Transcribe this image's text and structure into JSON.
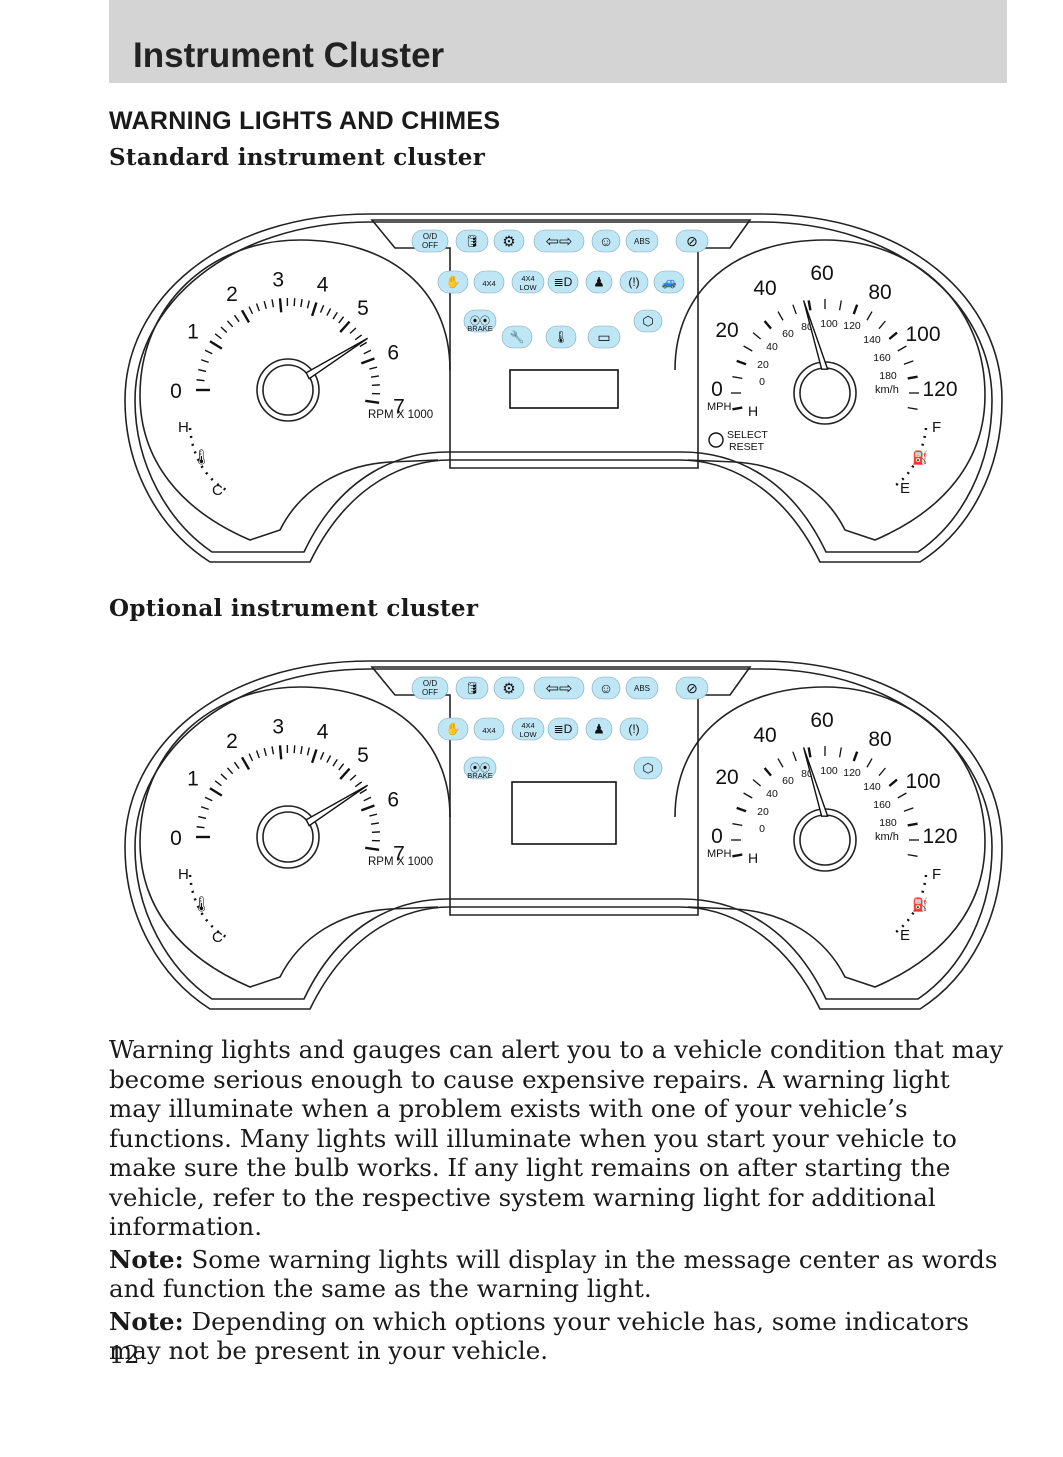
{
  "header": {
    "title": "Instrument Cluster"
  },
  "section": {
    "heading": "WARNING LIGHTS AND CHIMES",
    "standard_heading": "Standard instrument cluster",
    "optional_heading": "Optional instrument cluster"
  },
  "cluster": {
    "tach_labels": [
      "0",
      "1",
      "2",
      "3",
      "4",
      "5",
      "6",
      "7"
    ],
    "tach_unit": "RPM X 1000",
    "temp_hot": "H",
    "temp_cold": "C",
    "speed_mph_labels": [
      "0",
      "20",
      "40",
      "60",
      "80",
      "100",
      "120"
    ],
    "speed_kmh_labels": [
      "0",
      "20",
      "40",
      "60",
      "80",
      "100",
      "120",
      "140",
      "160",
      "180"
    ],
    "mph_unit": "MPH",
    "kmh_unit": "km/h",
    "fuel_full": "F",
    "fuel_empty": "E",
    "select_reset": [
      "SELECT",
      "RESET"
    ],
    "indicator_od_off": [
      "O/D",
      "OFF"
    ],
    "indicator_4x4": "4X4",
    "indicator_4x4_low": [
      "4X4",
      "LOW"
    ],
    "indicator_brake": "BRAKE",
    "indicator_abs": "ABS",
    "h_marker": "H",
    "accent_color": "#bfe6f5"
  },
  "body": {
    "paragraph": "Warning lights and gauges can alert you to a vehicle condition that may become serious enough to cause expensive repairs. A warning light may illuminate when a problem exists with one of your vehicle’s functions. Many lights will illuminate when you start your vehicle to make sure the bulb works. If any light remains on after starting the vehicle, refer to the respective system warning light for additional information.",
    "note1_label": "Note:",
    "note1_text": " Some warning lights will display in the message center as words and function the same as the warning light.",
    "note2_label": "Note:",
    "note2_text": " Depending on which options your vehicle has, some indicators may not be present in your vehicle."
  },
  "page_number": "12"
}
